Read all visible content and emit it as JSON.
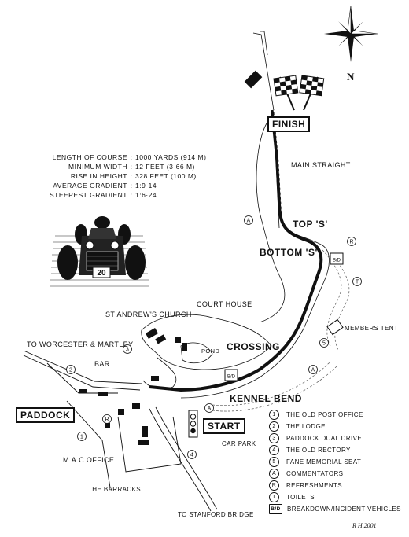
{
  "compass": {
    "north": "N"
  },
  "course_stats": [
    {
      "label": "Length of course",
      "value": "1000 yards (914 m)"
    },
    {
      "label": "Minimum width",
      "value": "12 feet (3·66 m)"
    },
    {
      "label": "Rise in height",
      "value": "328 feet (100 m)"
    },
    {
      "label": "Average gradient",
      "value": "1:9·14"
    },
    {
      "label": "Steepest gradient",
      "value": "1:6·24"
    }
  ],
  "stat_separator": ":",
  "car_number": "20",
  "labels": {
    "finish": "FINISH",
    "main_straight": "MAIN STRAIGHT",
    "top_s": "TOP 'S'",
    "bottom_s": "BOTTOM 'S'",
    "court_house": "COURT HOUSE",
    "church": "ST ANDREW'S CHURCH",
    "crossing": "CROSSING",
    "pond": "POND",
    "members_tent": "MEMBERS TENT",
    "to_worcester": "TO WORCESTER & MARTLEY",
    "bar": "BAR",
    "kennel_bend": "KENNEL BEND",
    "paddock": "PADDOCK",
    "start": "START",
    "car_park": "CAR PARK",
    "mac_office": "M.A.C OFFICE",
    "the_barracks": "THE BARRACKS",
    "to_stanford": "TO STANFORD BRIDGE"
  },
  "legend": [
    {
      "symbol": "1",
      "text": "THE OLD POST OFFICE"
    },
    {
      "symbol": "2",
      "text": "THE LODGE"
    },
    {
      "symbol": "3",
      "text": "PADDOCK DUAL DRIVE"
    },
    {
      "symbol": "4",
      "text": "THE OLD RECTORY"
    },
    {
      "symbol": "5",
      "text": "FANE MEMORIAL SEAT"
    },
    {
      "symbol": "A",
      "text": "COMMENTATORS"
    },
    {
      "symbol": "R",
      "text": "REFRESHMENTS"
    },
    {
      "symbol": "T",
      "text": "TOILETS"
    },
    {
      "symbol": "B/D",
      "text": "BREAKDOWN/INCIDENT VEHICLES"
    }
  ],
  "markers": {
    "m1": "1",
    "m2": "2",
    "m3": "3",
    "m4": "4",
    "m5": "5",
    "A": "A",
    "R": "R",
    "T": "T",
    "BD": "B/D"
  },
  "signature": "R H 2001"
}
